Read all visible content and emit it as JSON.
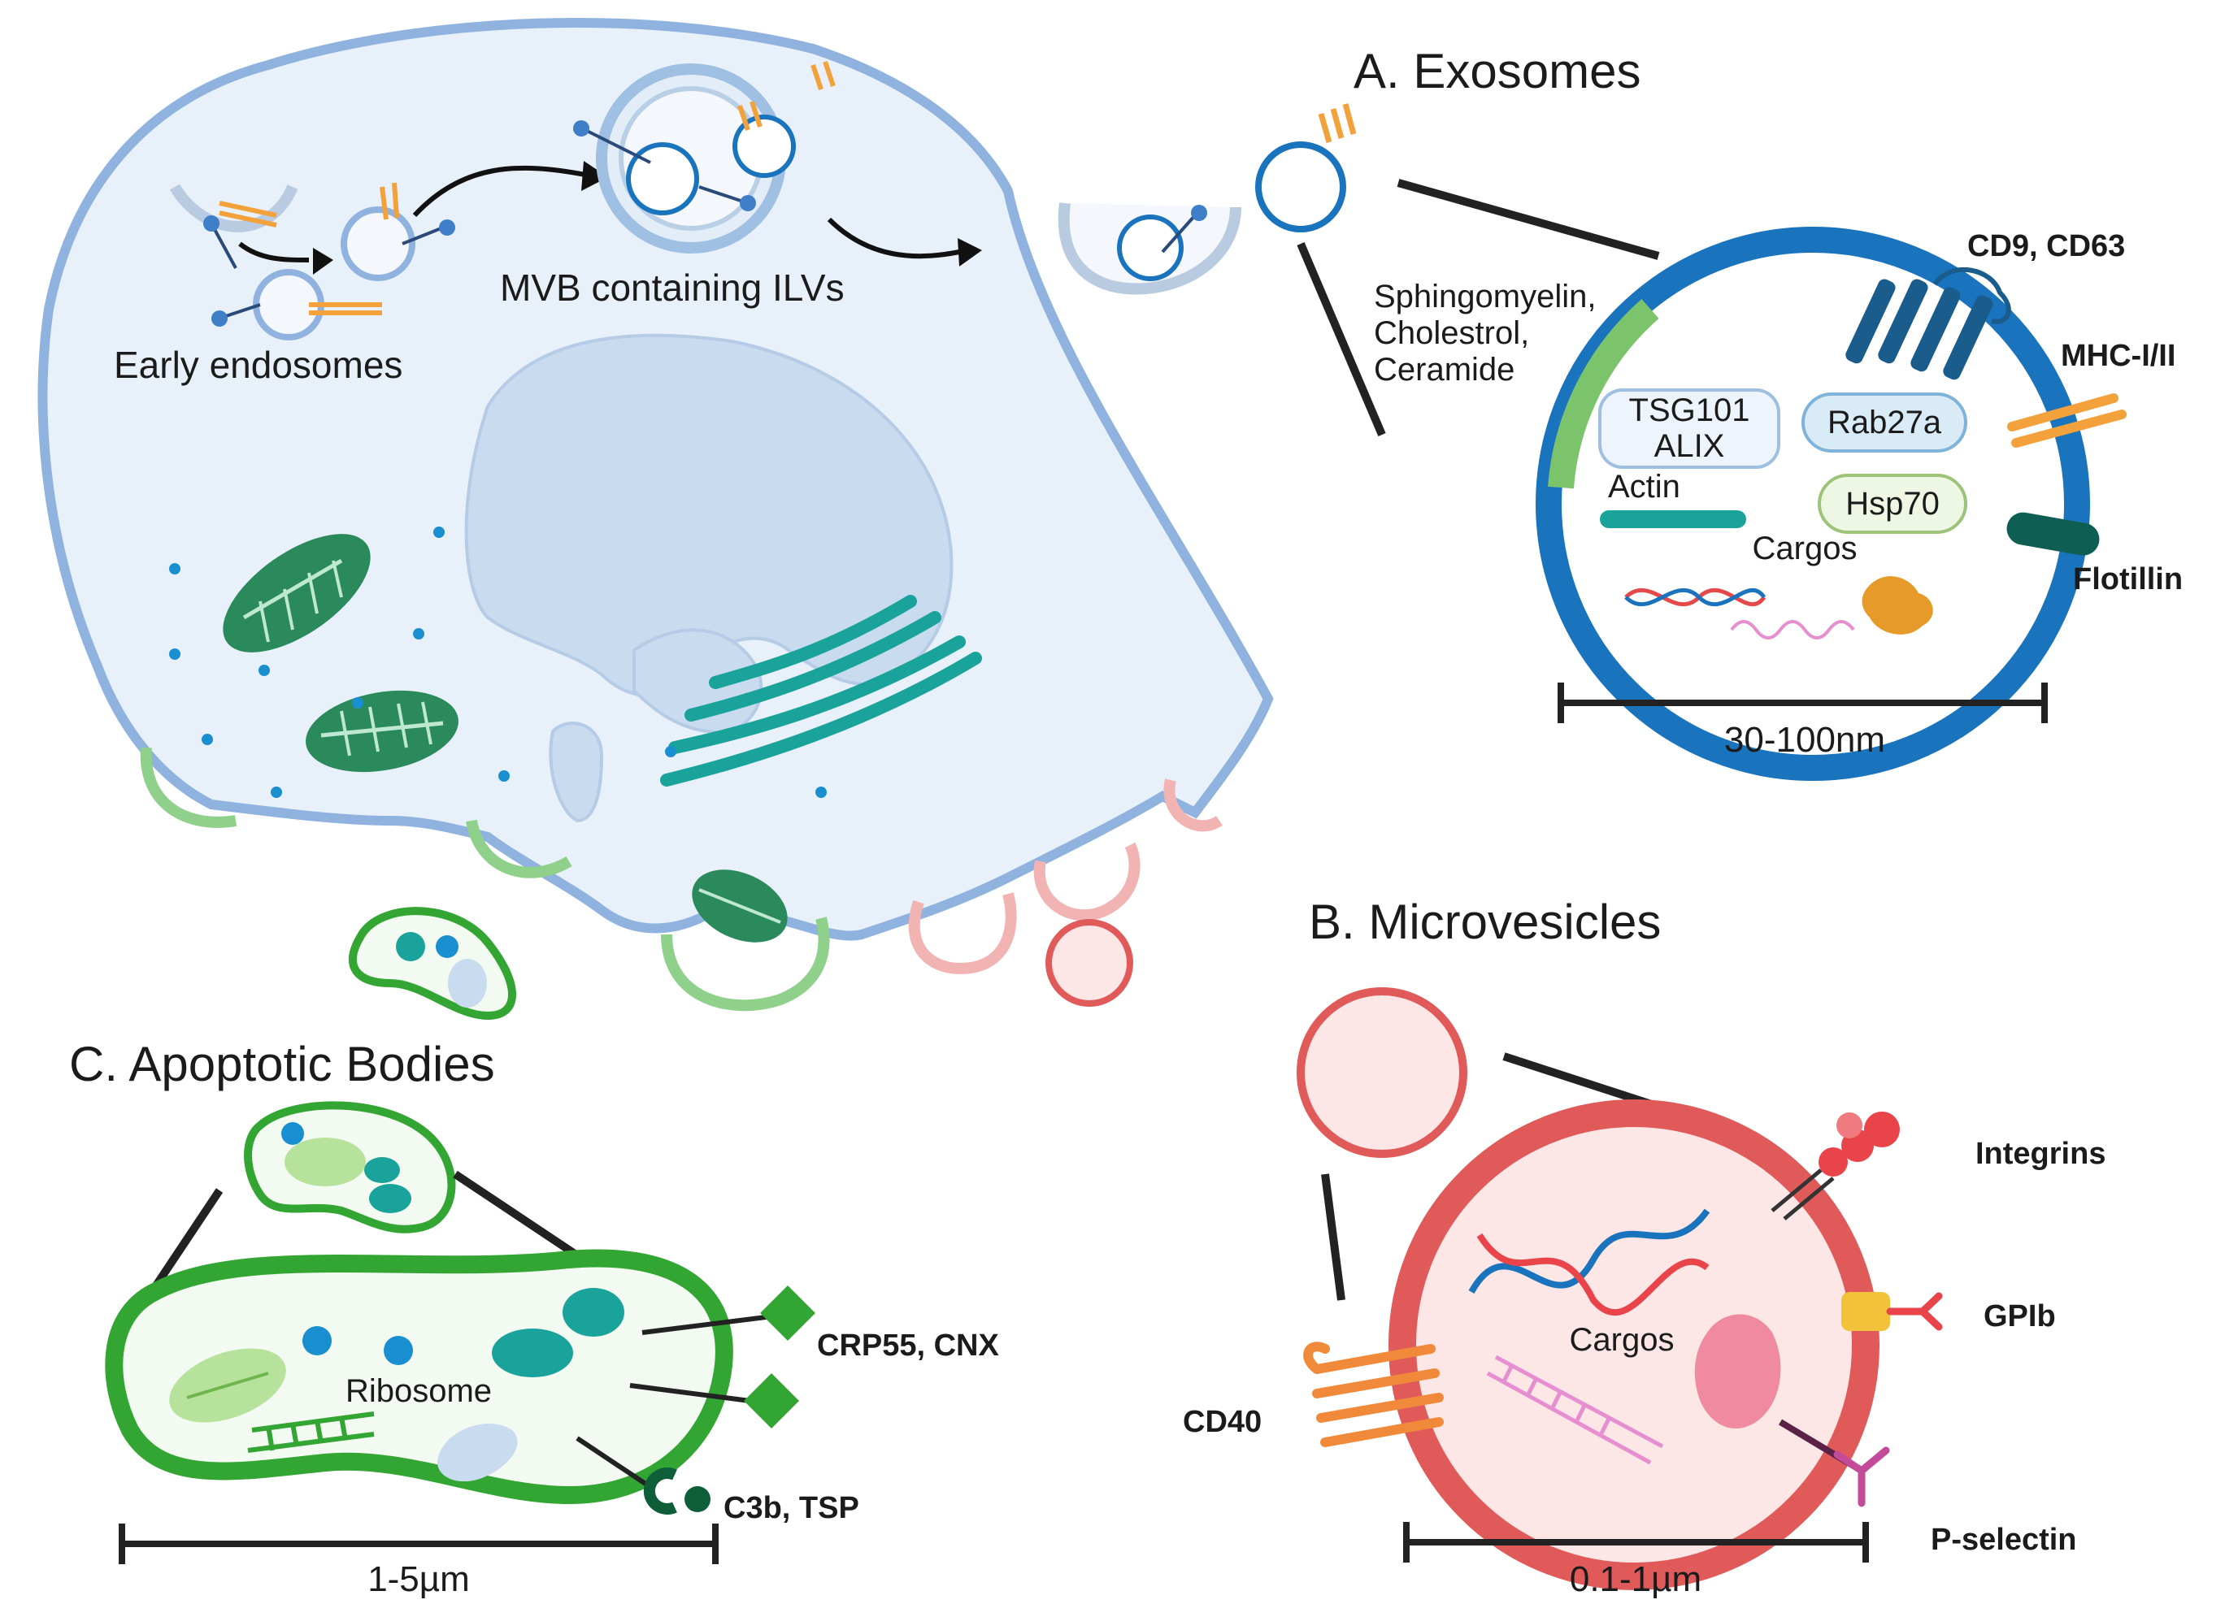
{
  "cell": {
    "early_endosomes": "Early endosomes",
    "mvb": "MVB containing ILVs"
  },
  "exosomes": {
    "title": "A. Exosomes",
    "lipids": [
      "Sphingomyelin,",
      "Cholestrol,",
      "Ceramide"
    ],
    "markers_cd": "CD9, CD63",
    "mhc": "MHC-I/II",
    "tsg": [
      "TSG101",
      "ALIX"
    ],
    "rab": "Rab27a",
    "actin": "Actin",
    "hsp": "Hsp70",
    "cargos": "Cargos",
    "flotillin": "Flotillin",
    "size": "30-100nm"
  },
  "microvesicles": {
    "title": "B. Microvesicles",
    "integrins": "Integrins",
    "gpib": "GPIb",
    "cargos": "Cargos",
    "cd40": "CD40",
    "pselectin": "P-selectin",
    "size": "0.1-1µm"
  },
  "apoptotic": {
    "title": "C. Apoptotic Bodies",
    "crp": "CRP55, CNX",
    "ribosome": "Ribosome",
    "c3b": "C3b, TSP",
    "size": "1-5µm"
  },
  "colors": {
    "cell_fill": "#e8f1fa",
    "cell_edge": "#8fb2de",
    "exosome_blue": "#1a73bd",
    "lipid_green": "#7cc46b",
    "mito_green": "#2a8a5c",
    "golgi_teal": "#1aa39a",
    "apoptotic_green": "#32a532",
    "micro_red": "#e05a5a",
    "micro_fill": "#fde6e6",
    "orange": "#f3a13a"
  }
}
